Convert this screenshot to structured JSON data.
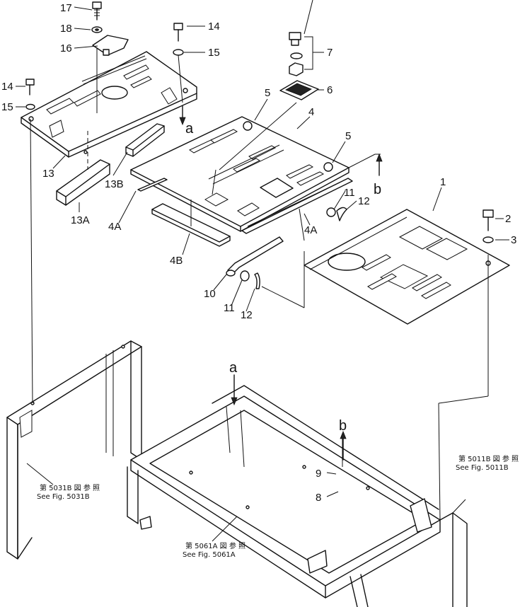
{
  "callouts": {
    "c1": "1",
    "c2": "2",
    "c3": "3",
    "c4": "4",
    "c4a_left": "4A",
    "c4a_right": "4A",
    "c4b": "4B",
    "c5_left": "5",
    "c5_right": "5",
    "c6": "6",
    "c7": "7",
    "c8": "8",
    "c9": "9",
    "c10": "10",
    "c11_top": "11",
    "c11_bottom": "11",
    "c12_top": "12",
    "c12_bottom": "12",
    "c13": "13",
    "c13a": "13A",
    "c13b": "13B",
    "c14_left": "14",
    "c14_top": "14",
    "c15_left": "15",
    "c15_top": "15",
    "c16": "16",
    "c17": "17",
    "c18": "18"
  },
  "view_markers": {
    "a_top": "a",
    "a_frame": "a",
    "b_top": "b",
    "b_frame": "b"
  },
  "references": {
    "left_jp": "第 5031B 図 参 照",
    "left_en": "See Fig. 5031B",
    "right_jp": "第 5011B 図 参 照",
    "right_en": "See Fig. 5011B",
    "bottom_jp": "第 5061A 図 参 照",
    "bottom_en": "See Fig. 5061A"
  }
}
